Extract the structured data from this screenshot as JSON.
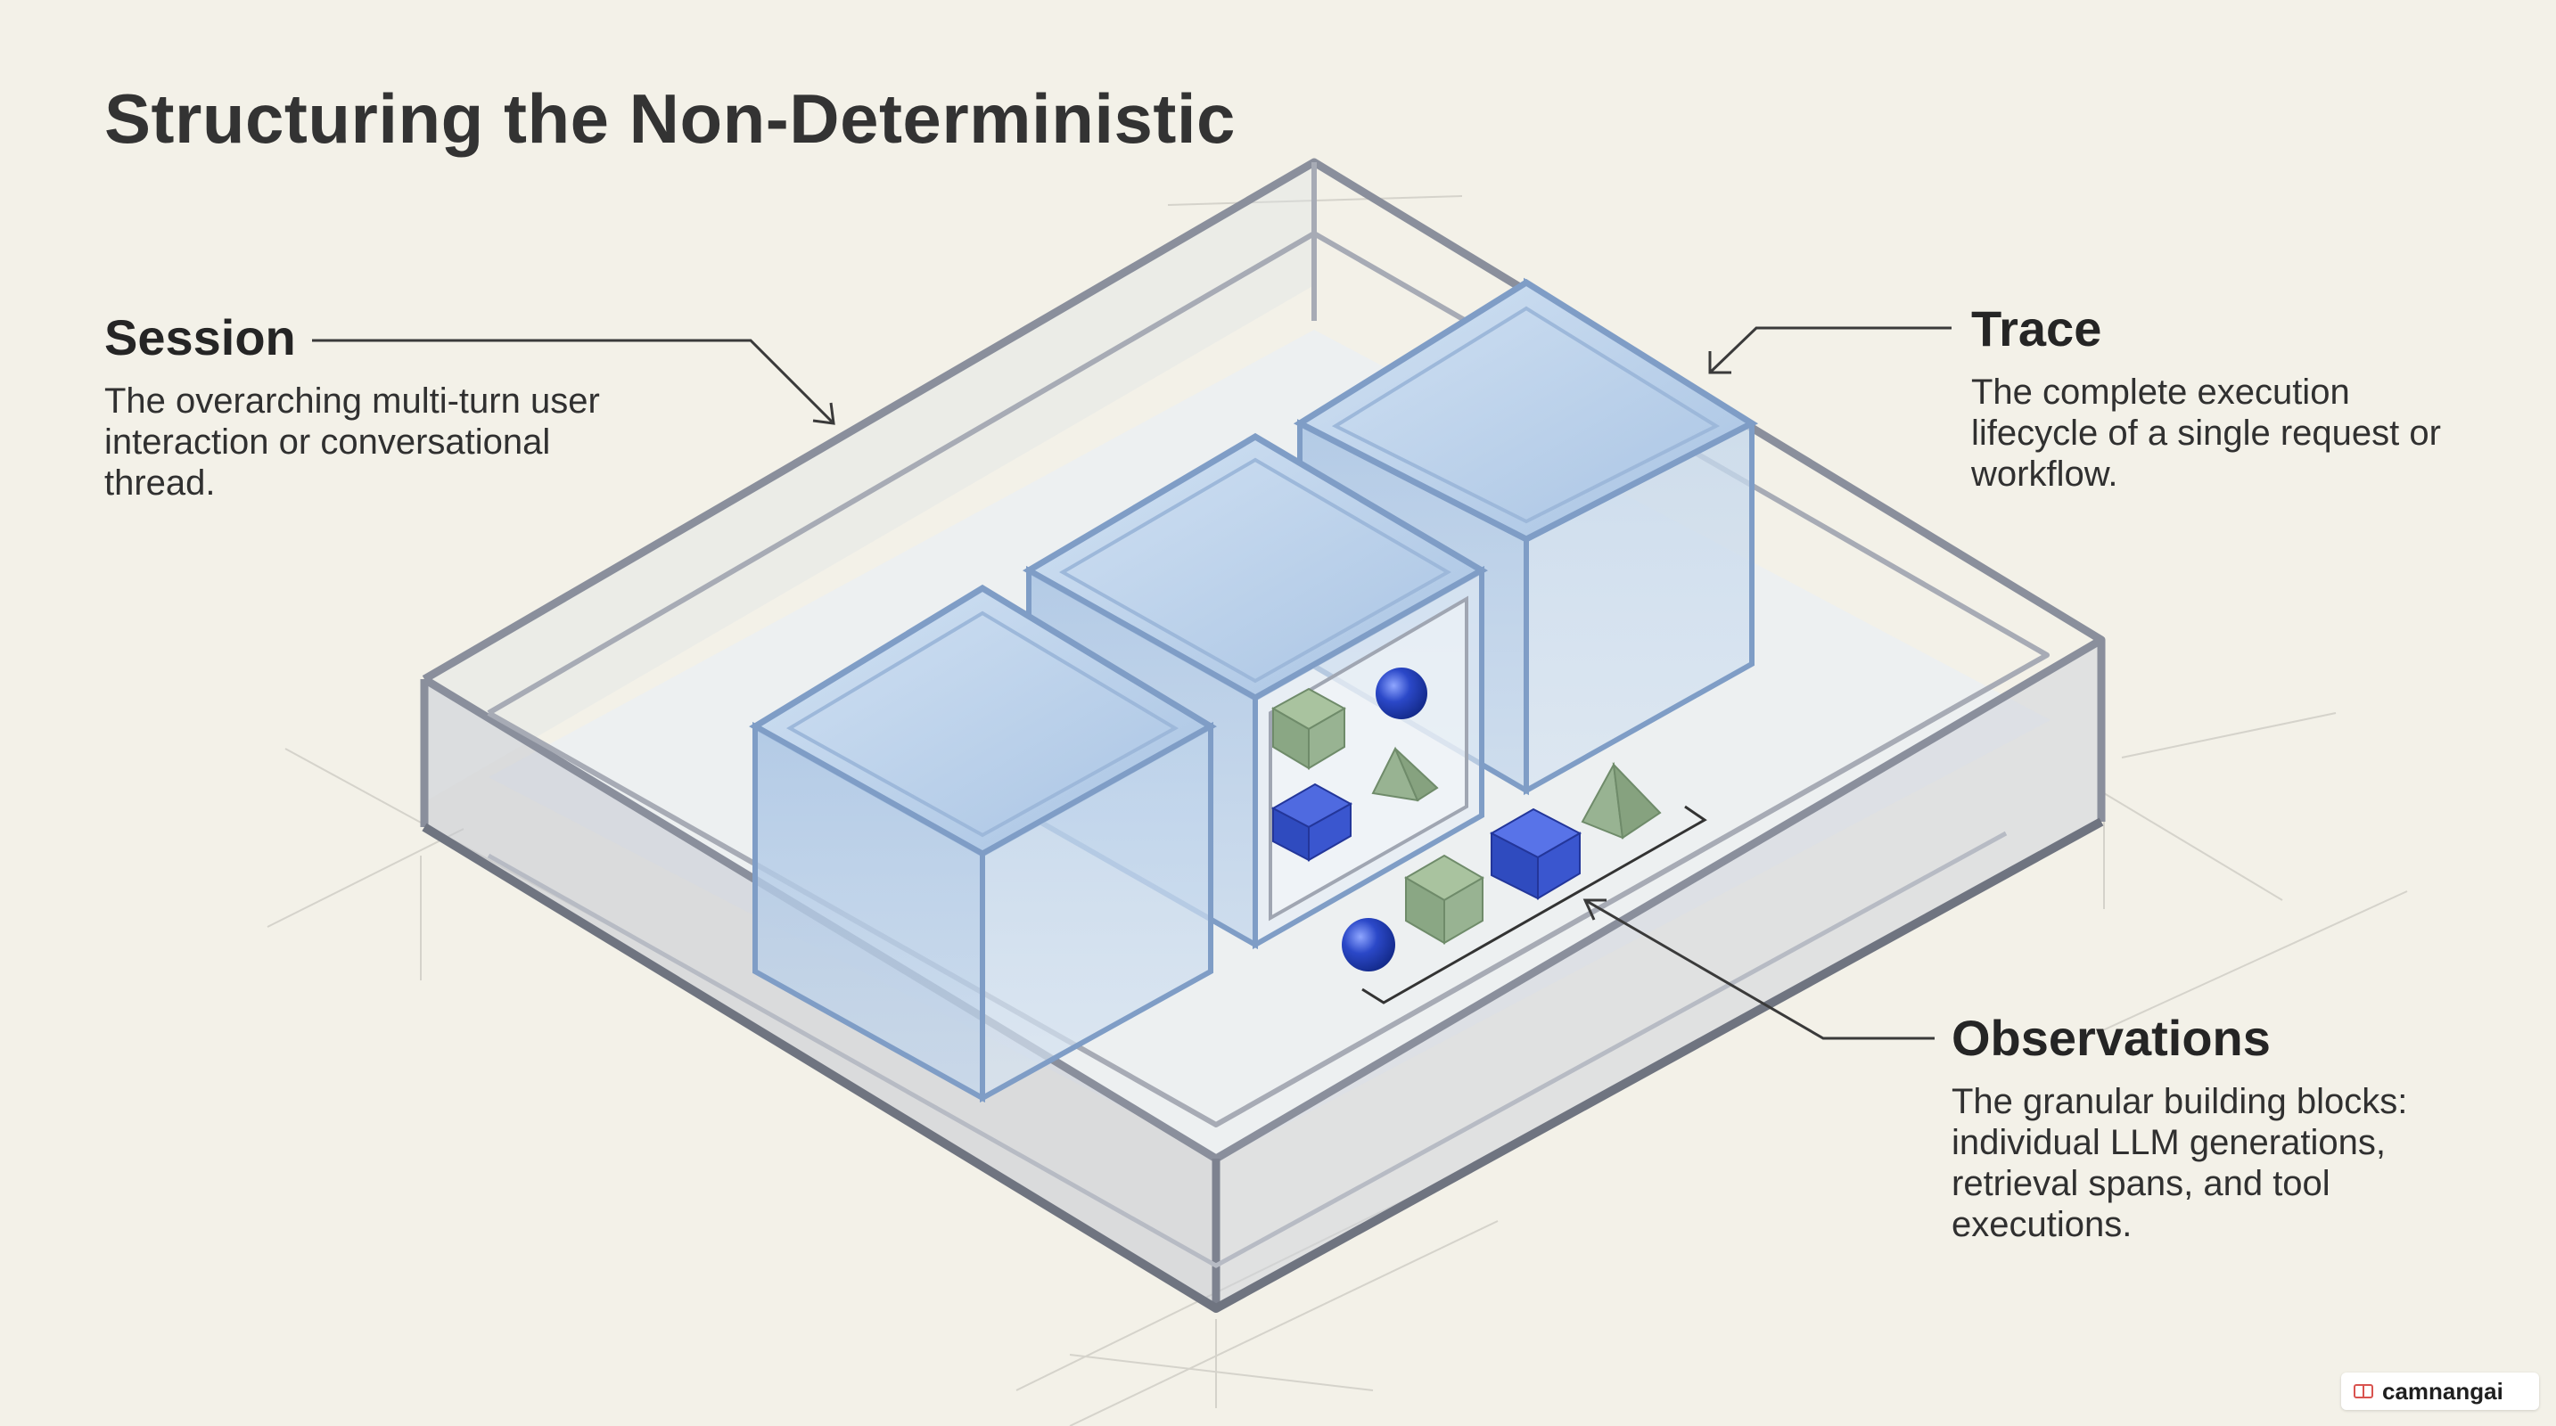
{
  "title": "Structuring the Non-Deterministic",
  "labels": {
    "session": {
      "title": "Session",
      "description": "The overarching multi-turn user interaction or conversational thread."
    },
    "trace": {
      "title": "Trace",
      "description": "The complete execution lifecycle of a single request or workflow."
    },
    "observations": {
      "title": "Observations",
      "description": "The granular building blocks: individual LLM generations, retrieval spans, and tool executions."
    }
  },
  "watermark": {
    "icon": "book-icon",
    "text": "camnangai"
  },
  "colors": {
    "background": "#f3f1e8",
    "cube_blue": "#a9c6e6",
    "deep_blue": "#2f4fc4",
    "sage_green": "#8fb08a",
    "frame_gray": "#8a8f9c"
  }
}
